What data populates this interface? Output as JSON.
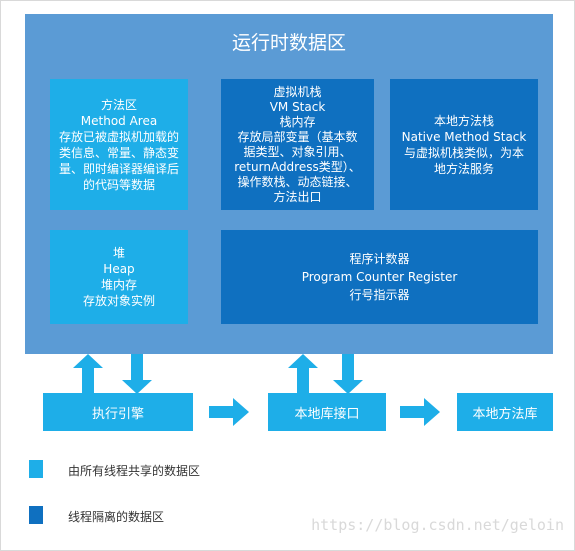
{
  "region": {
    "title": "运行时数据区"
  },
  "boxes": {
    "method_area": {
      "lines": [
        "方法区",
        "Method Area",
        "存放已被虚拟机加载的",
        "类信息、常量、静态变",
        "量、即时编译器编译后",
        "的代码等数据"
      ]
    },
    "vm_stack": {
      "lines": [
        "虚拟机栈",
        "VM Stack",
        "栈内存",
        "存放局部变量（基本数",
        "据类型、对象引用、",
        "returnAddress类型）、",
        "操作数栈、动态链接、",
        "方法出口"
      ]
    },
    "native_stack": {
      "lines": [
        "本地方法栈",
        "Native Method Stack",
        "与虚拟机栈类似，为本",
        "地方法服务"
      ]
    },
    "heap": {
      "lines": [
        "堆",
        "Heap",
        "堆内存",
        "存放对象实例"
      ]
    },
    "pc_register": {
      "lines": [
        "程序计数器",
        "Program Counter Register",
        "行号指示器"
      ]
    }
  },
  "bottom": {
    "engine": "执行引擎",
    "interface": "本地库接口",
    "library": "本地方法库"
  },
  "legend": {
    "shared": "由所有线程共享的数据区",
    "isolated": "线程隔离的数据区"
  },
  "watermark": "https://blog.csdn.net/geloin",
  "colors": {
    "region": "#5b9bd5",
    "shared": "#1eaee8",
    "isolated": "#0f70c0"
  }
}
